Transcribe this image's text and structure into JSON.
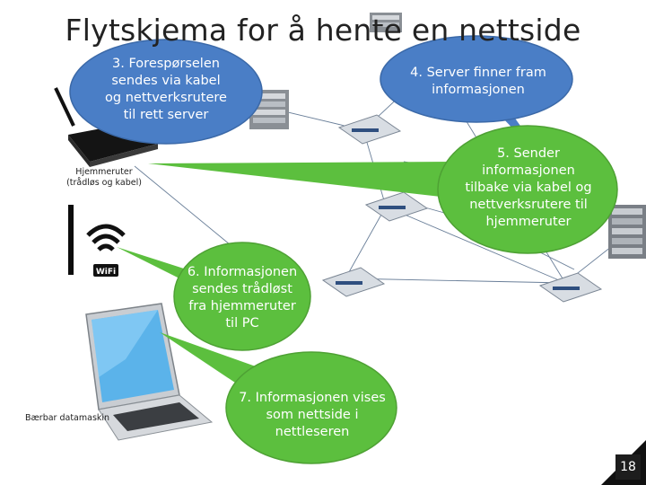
{
  "title": "Flytskjema for å hente en nettside",
  "labels": {
    "router": [
      "Hjemmeruter",
      "(trådløs og kabel)"
    ],
    "laptop": "Bærbar datamaskin",
    "wifi": "WiFi"
  },
  "bubbles": {
    "b3": [
      "3. Forespørselen",
      "sendes via kabel",
      "og nettverksrutere",
      "til rett server"
    ],
    "b4": [
      "4. Server finner fram",
      "informasjonen"
    ],
    "b5": [
      "5. Sender",
      "informasjonen",
      "tilbake via kabel og",
      "nettverksrutere til",
      "hjemmeruter"
    ],
    "b6": [
      "6. Informasjonen",
      "sendes trådløst",
      "fra hjemmeruter",
      "til PC"
    ],
    "b7": [
      "7. Informasjonen vises",
      "som nettside i",
      "nettleseren"
    ]
  },
  "page_number": "18",
  "colors": {
    "blue_bubble": "#4a7ec6",
    "green_bubble": "#5cbf3e",
    "line": "#4e6a8a"
  }
}
